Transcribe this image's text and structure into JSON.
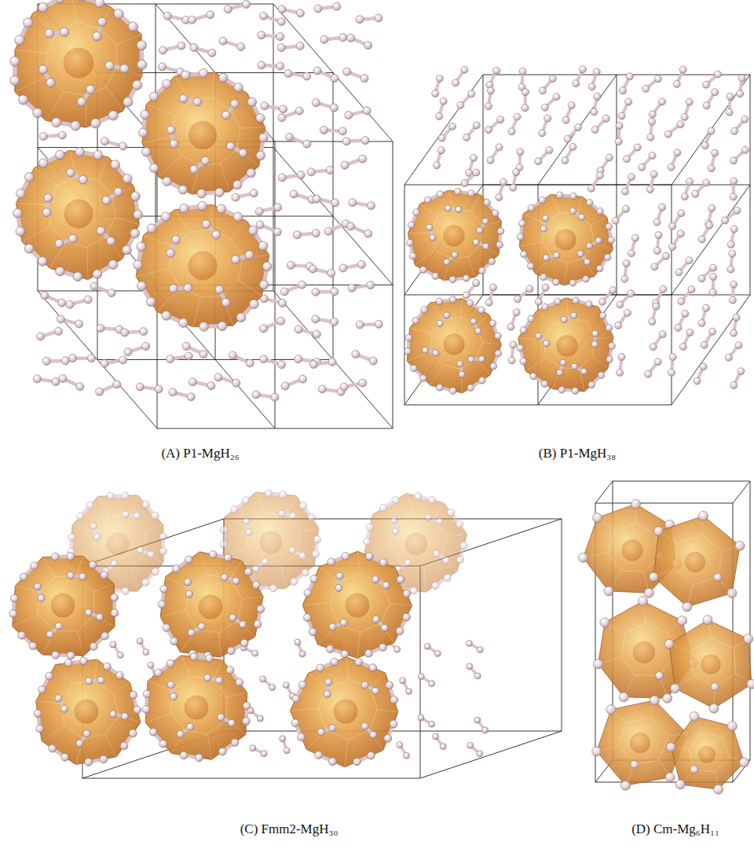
{
  "diagram": {
    "labels": [
      "(A) P1-MgH₂₆",
      "(B) P1-MgH₃₈",
      "(C) Fmm2-MgH₃₀",
      "(D) Cm-Mg₆H₁₁"
    ]
  }
}
